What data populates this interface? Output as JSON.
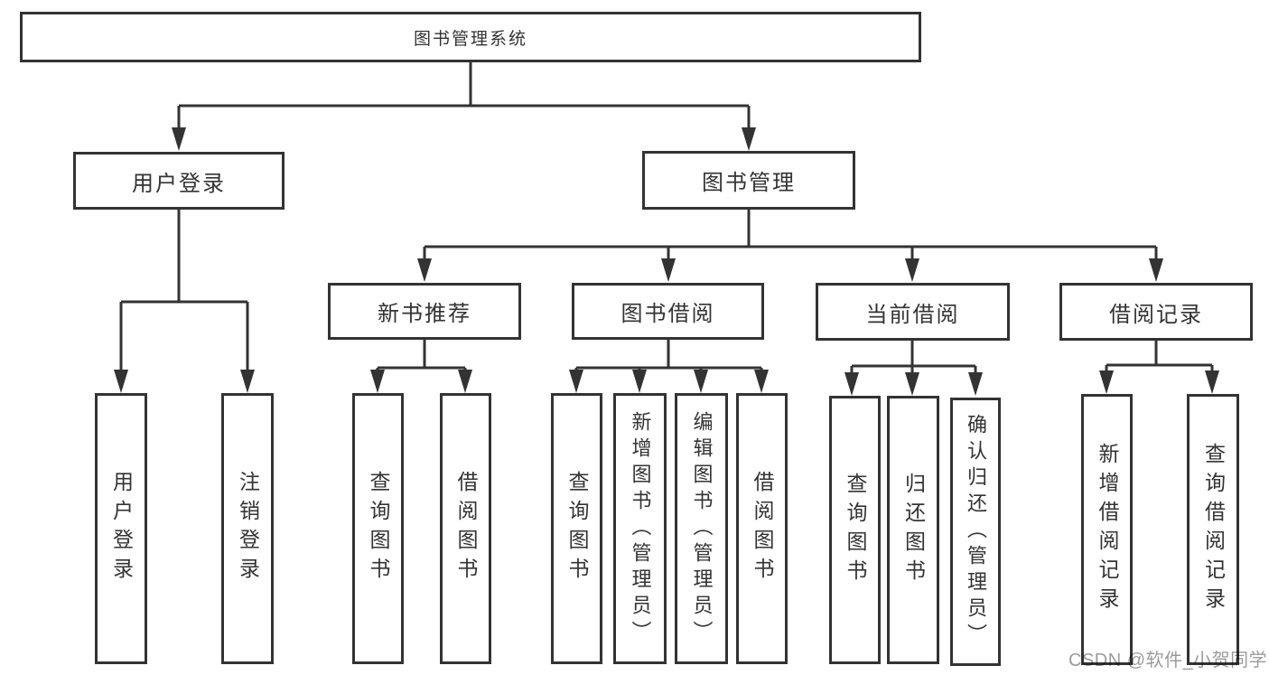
{
  "tree": {
    "label": "图书管理系统",
    "children": [
      {
        "label": "用户登录",
        "children": [
          {
            "label": "用户登录"
          },
          {
            "label": "注销登录"
          }
        ]
      },
      {
        "label": "图书管理",
        "children": [
          {
            "label": "新书推荐",
            "children": [
              {
                "label": "查询图书"
              },
              {
                "label": "借阅图书"
              }
            ]
          },
          {
            "label": "图书借阅",
            "children": [
              {
                "label": "查询图书"
              },
              {
                "label": "新增图书（管理员）"
              },
              {
                "label": "编辑图书（管理员）"
              },
              {
                "label": "借阅图书"
              }
            ]
          },
          {
            "label": "当前借阅",
            "children": [
              {
                "label": "查询图书"
              },
              {
                "label": "归还图书"
              },
              {
                "label": "确认归还（管理员）"
              }
            ]
          },
          {
            "label": "借阅记录",
            "children": [
              {
                "label": "新增借阅记录"
              },
              {
                "label": "查询借阅记录"
              }
            ]
          }
        ]
      }
    ]
  },
  "watermark": {
    "text": "CSDN @软件_小贺同学"
  },
  "colors": {
    "line": "#333333",
    "text": "#333333",
    "background": "#ffffff",
    "watermark": "#9b9b9b"
  }
}
